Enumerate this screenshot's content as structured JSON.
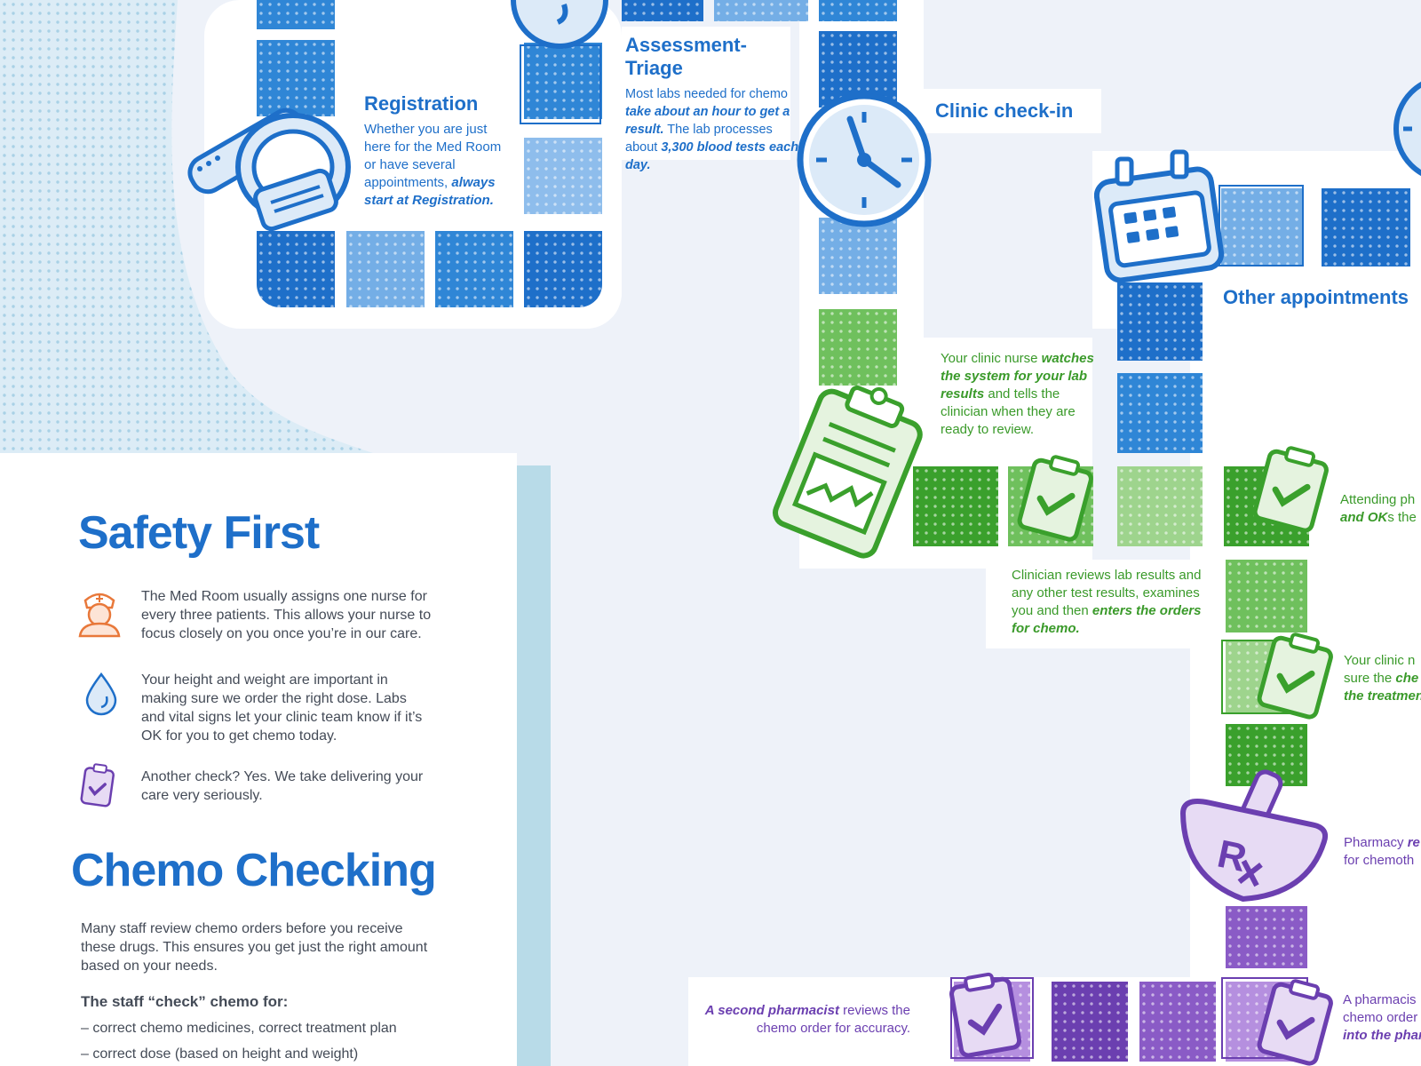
{
  "steps": {
    "registration": {
      "title": "Registration",
      "text_a": "Whether you are just here for the Med Room or have several appointments, ",
      "text_b": "always start at Registration."
    },
    "assessment": {
      "title": "Assessment-Triage",
      "text_a": "Most labs needed for chemo ",
      "text_b": "take about an hour to get a result.",
      "text_c": " The lab processes about ",
      "text_d": "3,300 blood tests each day."
    },
    "clinic_checkin": {
      "title": "Clinic check-in"
    },
    "other_appointments": {
      "title": "Other appointments"
    },
    "nurse_watch": {
      "text_a": "Your clinic nurse ",
      "text_b": "watches the system for your lab results",
      "text_c": " and tells the clinician when they are ready to review."
    },
    "clinician": {
      "text_a": "Clinician reviews lab results and any other test results, examines you and then ",
      "text_b": "enters the orders for chemo."
    },
    "attending": {
      "text_a": "Attending ph",
      "text_b": "and OK",
      "text_c": "s the"
    },
    "clinic_nurse_sure": {
      "text_a": "Your clinic n",
      "text_b": "sure the ",
      "text_c": "che",
      "text_d": "the treatmen"
    },
    "pharmacy": {
      "text_a": "Pharmacy ",
      "text_b": "re",
      "text_c": "for chemoth"
    },
    "second_pharmacist": {
      "text_a": "A second pharmacist",
      "text_b": " reviews the chemo order for accuracy."
    },
    "a_pharmacist": {
      "text_a": "A pharmacis",
      "text_b": "chemo order",
      "text_c": "into the phar"
    }
  },
  "panel": {
    "safety_title": "Safety First",
    "safety_items": [
      {
        "icon": "nurse-icon",
        "text": "The Med Room usually assigns one nurse for every three patients. This allows your nurse to focus closely on you once you’re in our care."
      },
      {
        "icon": "water-drop-icon",
        "text": "Your height and weight are important in making sure we order the right dose. Labs and vital signs let your clinic team know if it’s OK for you to get chemo today."
      },
      {
        "icon": "clipboard-check-icon",
        "text": "Another check? Yes. We take delivering your care very seriously."
      }
    ],
    "chemo_title": "Chemo Checking",
    "chemo_intro": "Many staff review chemo orders before you receive these drugs. This ensures you get just the right amount based on your needs.",
    "check_heading": "The staff “check” chemo for:",
    "check_items": [
      "– correct chemo medicines, correct treatment plan",
      "– correct dose (based on height and weight)"
    ]
  },
  "colors": {
    "blue": "#1e6fc9",
    "green": "#3aa02c",
    "purple": "#6b3fb0",
    "orange": "#e8783a"
  }
}
